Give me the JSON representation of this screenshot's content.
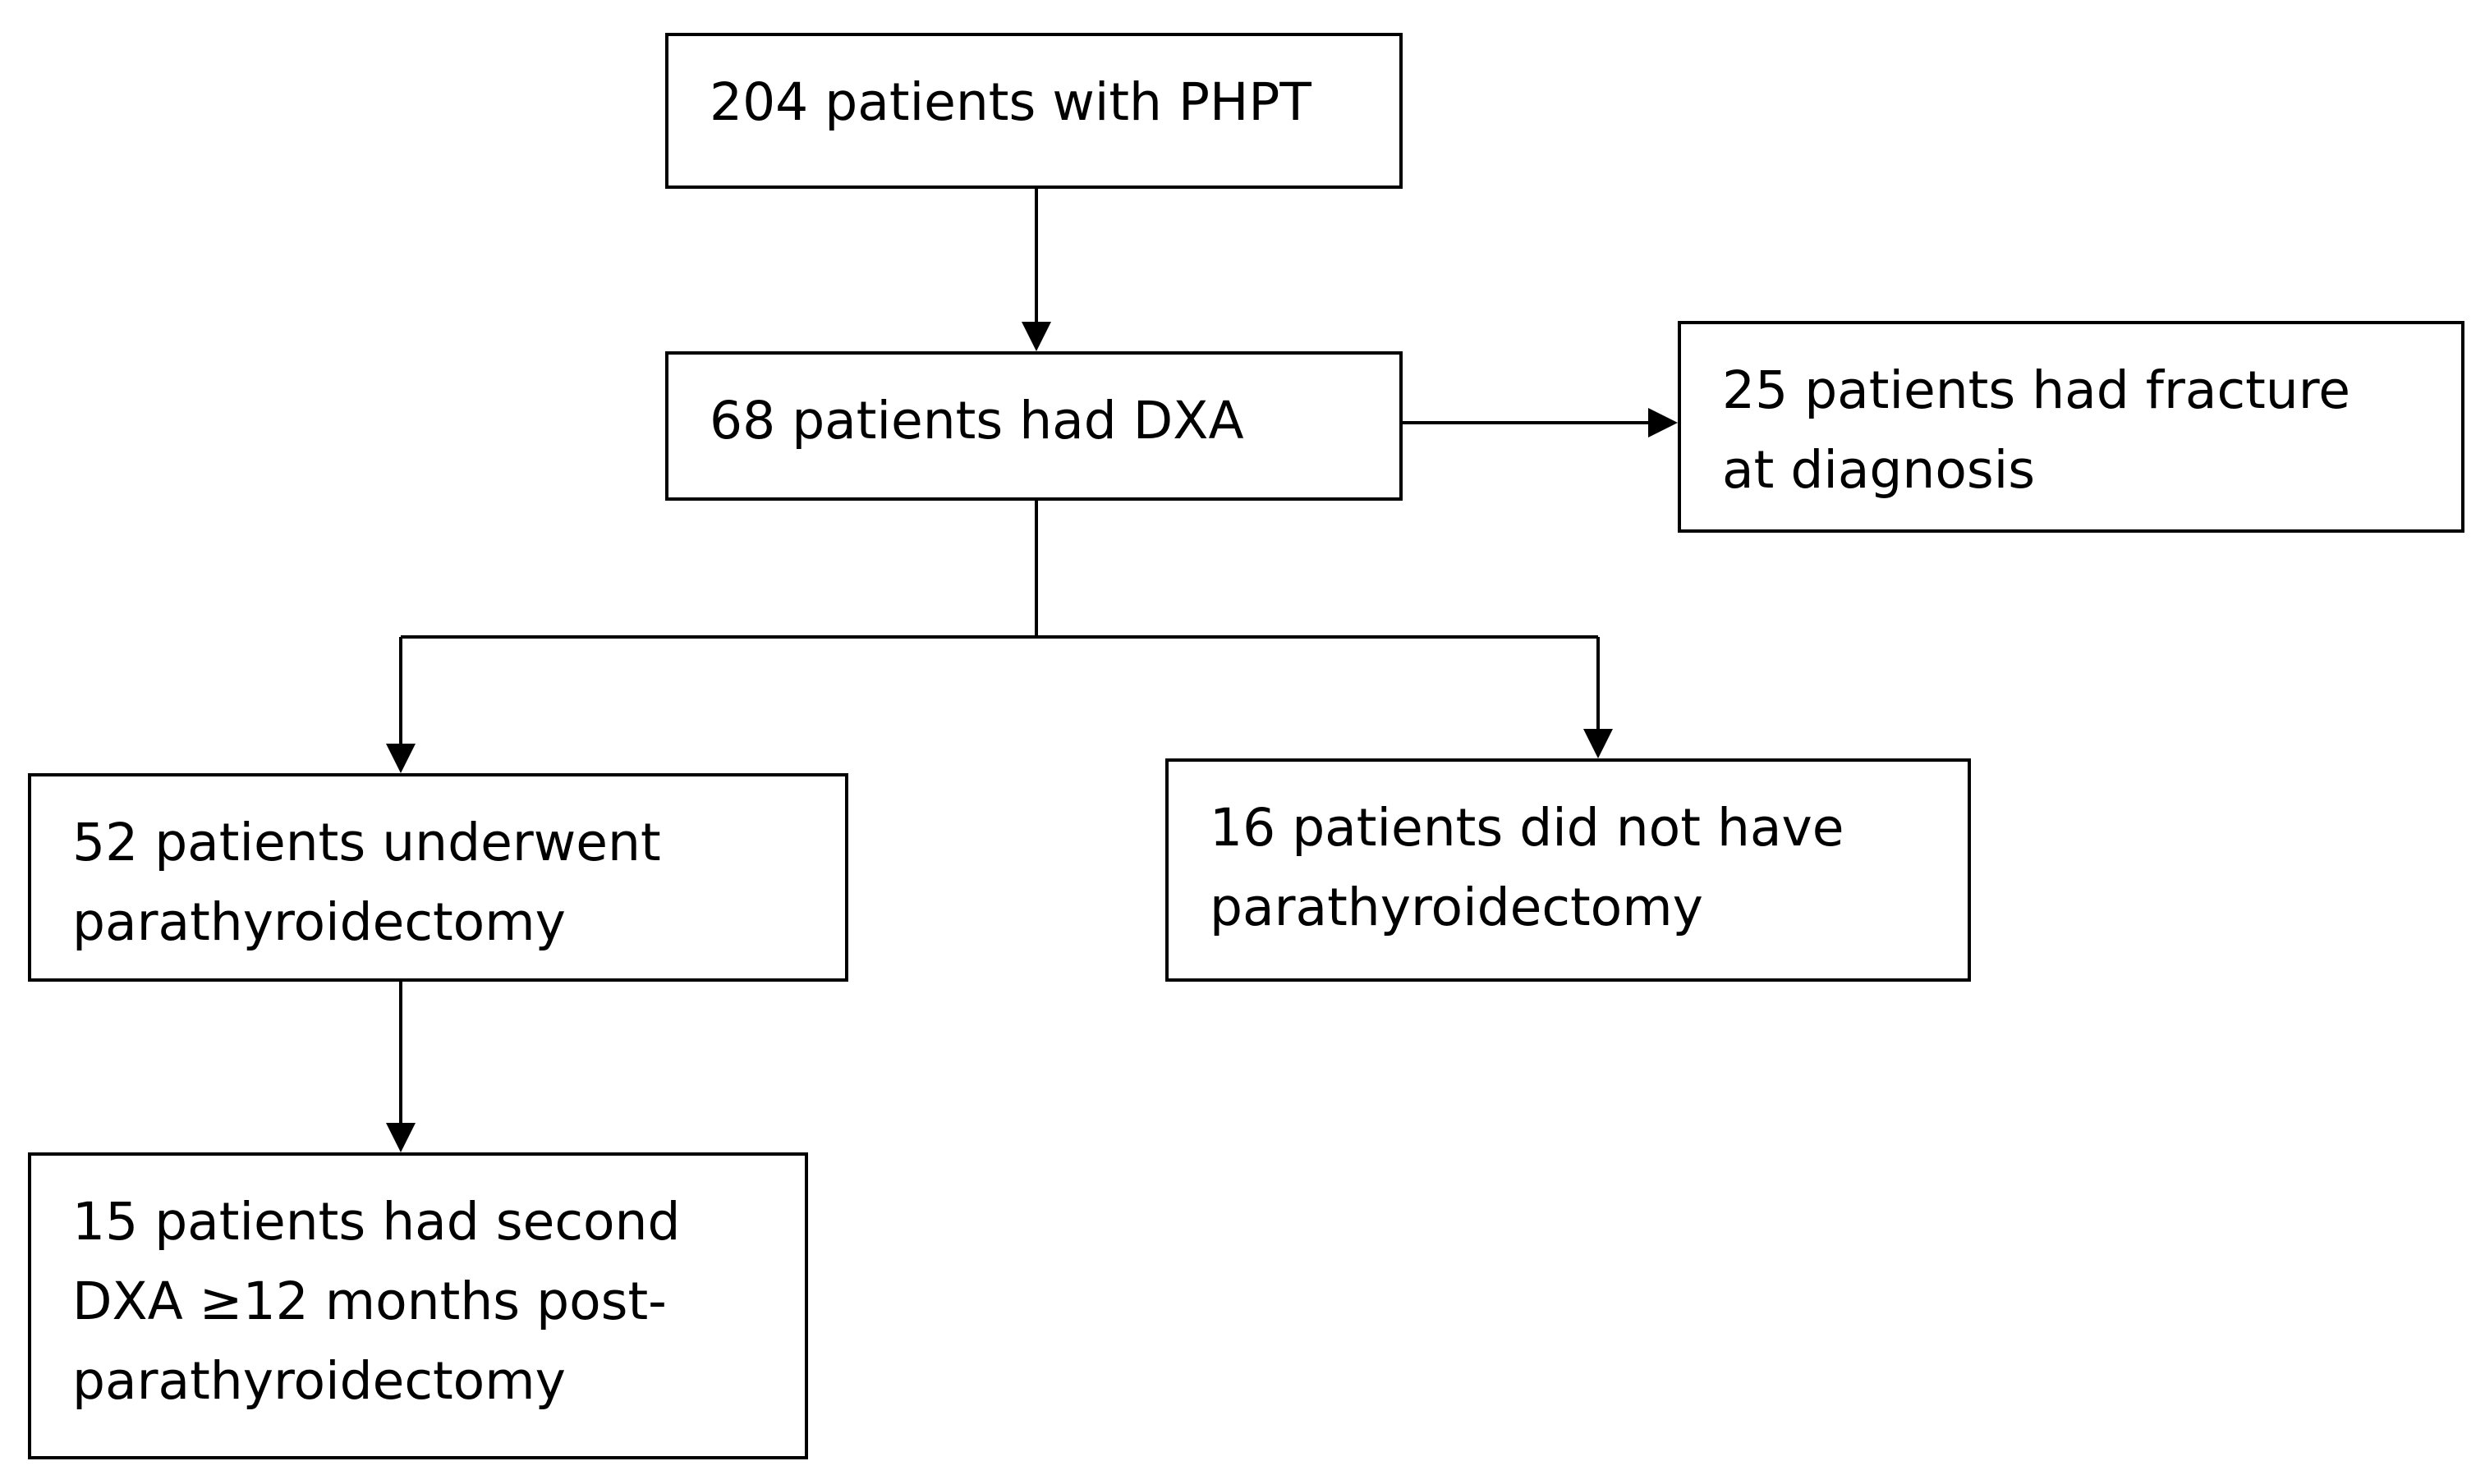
{
  "diagram": {
    "nodes": [
      {
        "id": "n1",
        "lines": [
          "204 patients with PHPT"
        ]
      },
      {
        "id": "n2",
        "lines": [
          "68 patients had DXA"
        ]
      },
      {
        "id": "n3",
        "lines": [
          "25 patients had fracture",
          "at diagnosis"
        ]
      },
      {
        "id": "n4",
        "lines": [
          "52 patients underwent",
          "parathyroidectomy"
        ]
      },
      {
        "id": "n5",
        "lines": [
          "16 patients did not have",
          "parathyroidectomy"
        ]
      },
      {
        "id": "n6",
        "lines": [
          "15 patients had second",
          "DXA ≥12 months post-",
          "parathyroidectomy"
        ]
      }
    ],
    "edges": [
      {
        "from": "n1",
        "to": "n2"
      },
      {
        "from": "n2",
        "to": "n3"
      },
      {
        "from": "n2",
        "to": "n4"
      },
      {
        "from": "n2",
        "to": "n5"
      },
      {
        "from": "n4",
        "to": "n6"
      }
    ]
  }
}
